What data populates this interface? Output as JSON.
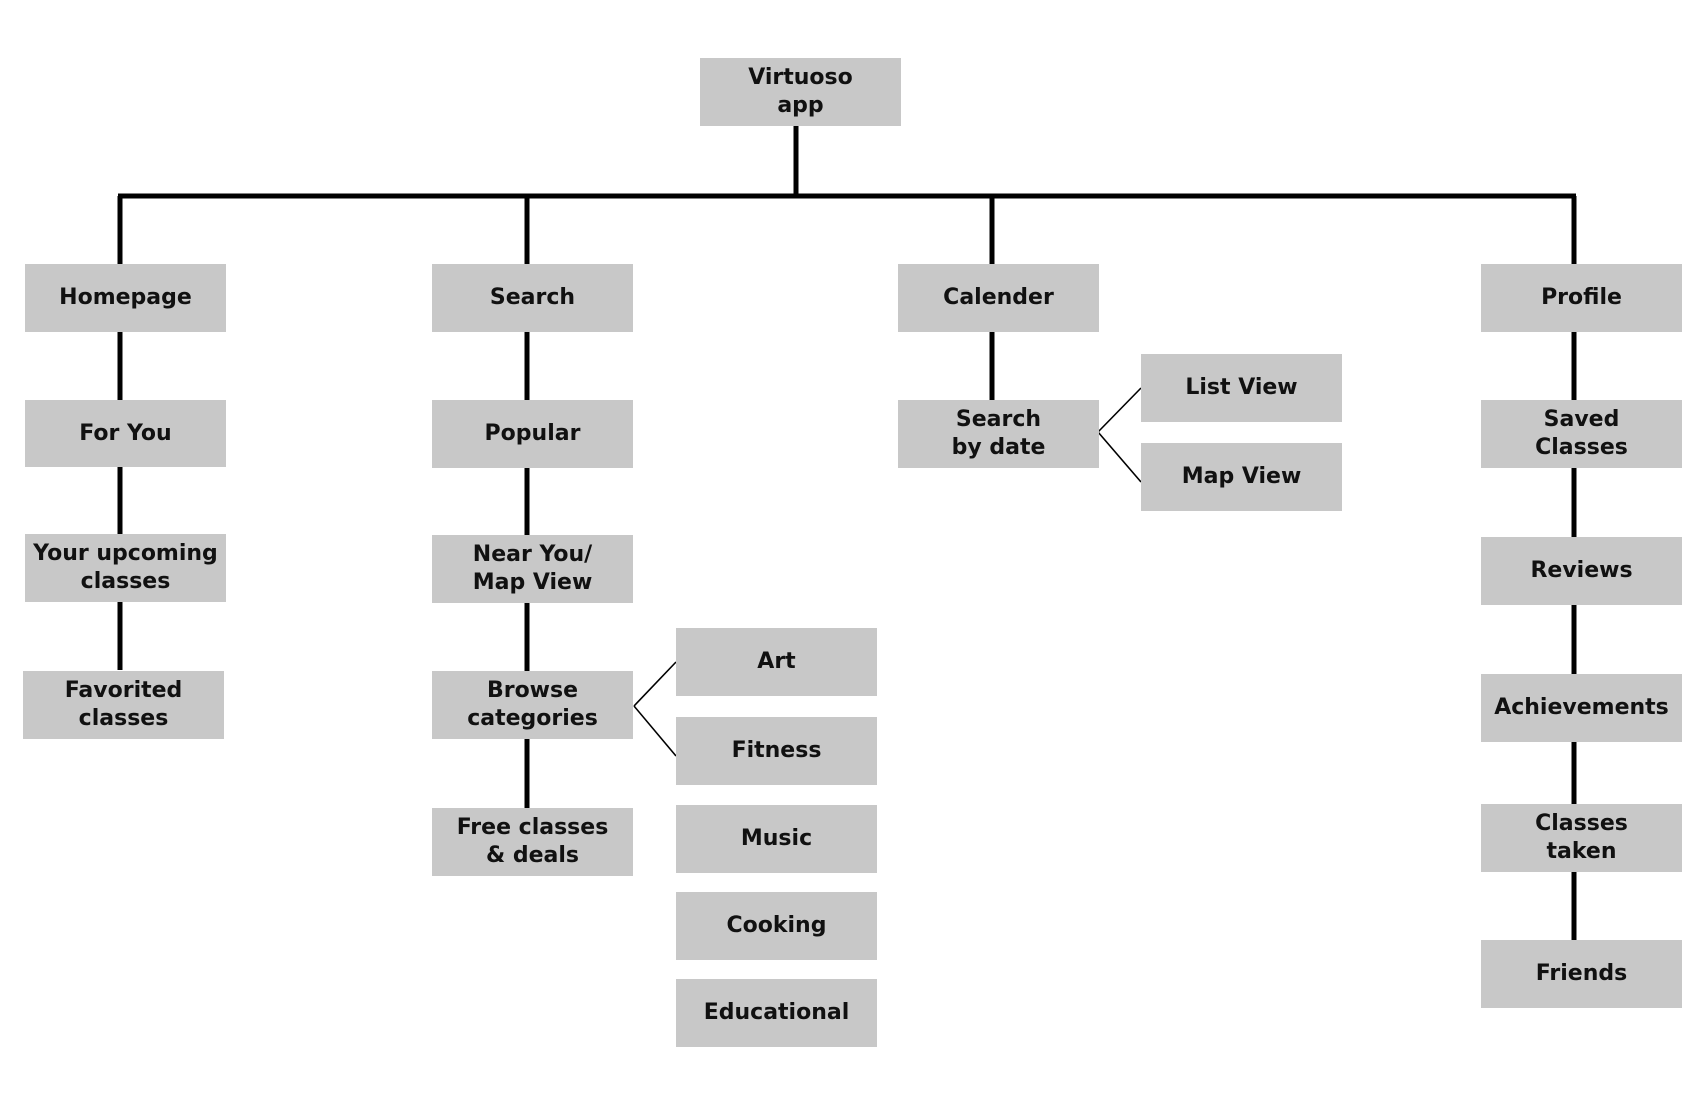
{
  "diagram": {
    "colors": {
      "node_fill": "#c8c8c8",
      "text": "#111111",
      "line": "#000000"
    },
    "root": {
      "label": "Virtuoso\napp"
    },
    "homepage": {
      "label": "Homepage",
      "for_you": "For You",
      "upcoming": "Your upcoming\nclasses",
      "favorited": "Favorited\nclasses"
    },
    "search": {
      "label": "Search",
      "popular": "Popular",
      "near_you": "Near You/\nMap View",
      "browse": "Browse\ncategories",
      "free": "Free classes\n& deals",
      "categories": {
        "art": "Art",
        "fitness": "Fitness",
        "music": "Music",
        "cooking": "Cooking",
        "educational": "Educational"
      }
    },
    "calender": {
      "label": "Calender",
      "search_by_date": "Search\nby date",
      "list_view": "List View",
      "map_view": "Map View"
    },
    "profile": {
      "label": "Profile",
      "saved": "Saved\nClasses",
      "reviews": "Reviews",
      "achievements": "Achievements",
      "classes_taken": "Classes\ntaken",
      "friends": "Friends"
    }
  }
}
